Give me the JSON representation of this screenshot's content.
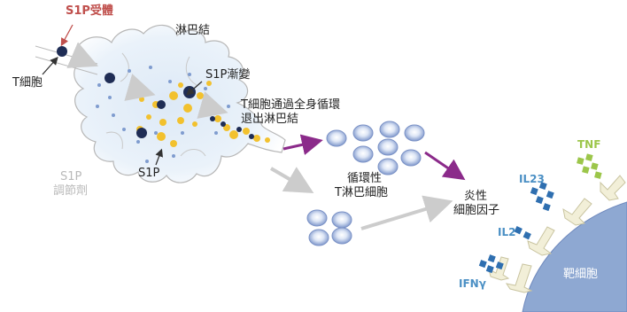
{
  "labels": {
    "s1p_receptor": "S1P受體",
    "lymph_node": "淋巴結",
    "t_cell": "T細胞",
    "s1p_gradient": "S1P漸變",
    "t_cell_exit_line1": "T細胞通過全身循環",
    "t_cell_exit_line2": "退出淋巴結",
    "s1p_modulator_line1": "S1P",
    "s1p_modulator_line2": "調節劑",
    "s1p": "S1P",
    "circulating_line1": "循環性",
    "circulating_line2": "T淋巴細胞",
    "cytokines_line1": "炎性",
    "cytokines_line2": "細胞因子",
    "tnf": "TNF",
    "il23": "IL23",
    "il2": "IL2",
    "ifn": "IFNγ",
    "target_cell": "靶細胞"
  },
  "colors": {
    "node_fill": "#e4eef8",
    "t_cell_dark": "#1f2d55",
    "s1p_yellow": "#f2c12e",
    "circulating_cell": "#8fa7d6",
    "purple_arrow": "#8b2a8a",
    "gray_arrow": "#c8c8c8",
    "target_cell": "#8ea8d2",
    "receptor_fill": "#f2efd8",
    "cytokine_blue": "#2f6fb0",
    "tnf_green": "#9cc64a"
  }
}
